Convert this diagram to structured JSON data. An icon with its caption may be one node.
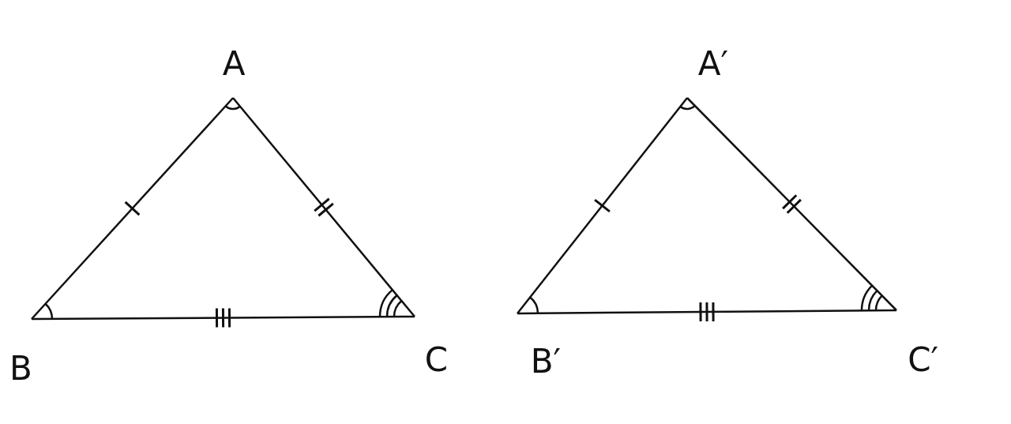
{
  "diagram": {
    "nodes": [
      {
        "text": [
          "A"
        ]
      },
      {
        "text": [
          "B"
        ]
      },
      {
        "text": [
          "C"
        ]
      },
      {
        "text": [
          "A′"
        ]
      },
      {
        "text": [
          "B′"
        ]
      },
      {
        "text": [
          "C′"
        ]
      }
    ],
    "edges": [
      {
        "from": 0,
        "to": 1,
        "arrow": "none"
      },
      {
        "from": 0,
        "to": 2,
        "arrow": "none"
      },
      {
        "from": 1,
        "to": 2,
        "arrow": "none"
      },
      {
        "from": 3,
        "to": 4,
        "arrow": "none"
      },
      {
        "from": 3,
        "to": 5,
        "arrow": "none"
      },
      {
        "from": 4,
        "to": 5,
        "arrow": "none"
      }
    ]
  }
}
